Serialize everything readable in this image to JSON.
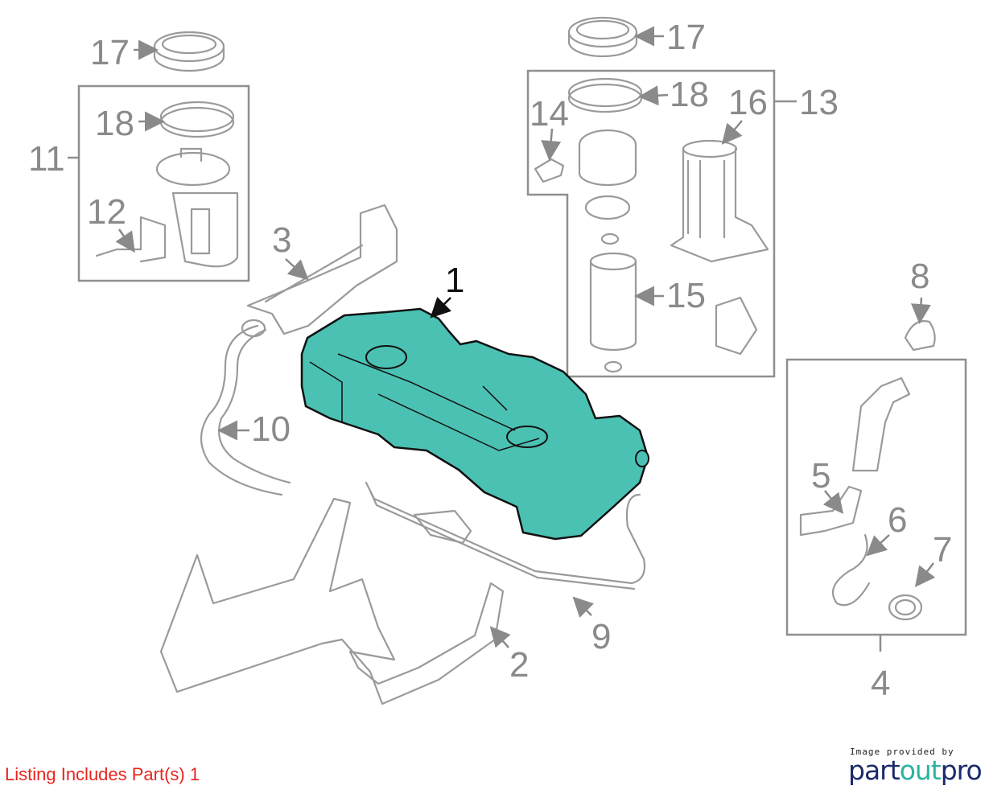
{
  "diagram": {
    "highlight_color": "#4bc1b3",
    "callouts": {
      "c1": "1",
      "c2": "2",
      "c3": "3",
      "c4": "4",
      "c5": "5",
      "c6": "6",
      "c7": "7",
      "c8": "8",
      "c9": "9",
      "c10": "10",
      "c11": "11",
      "c12": "12",
      "c13": "13",
      "c14": "14",
      "c15": "15",
      "c16": "16",
      "c17a": "17",
      "c17b": "17",
      "c18a": "18",
      "c18b": "18"
    }
  },
  "footer": {
    "listing": "Listing Includes Part(s) 1",
    "credit": "Image provided by",
    "logo_part1": "part",
    "logo_part2": "out",
    "logo_part3": "pro"
  }
}
